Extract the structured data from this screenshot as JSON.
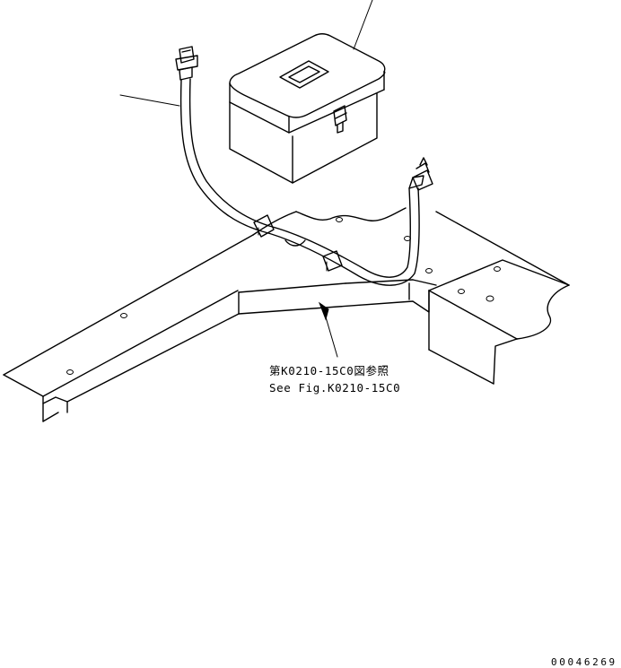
{
  "callout": {
    "line_jp": "第K0210-15C0図参照",
    "line_en": "See Fig.K0210-15C0"
  },
  "drawing_number": "00046269"
}
